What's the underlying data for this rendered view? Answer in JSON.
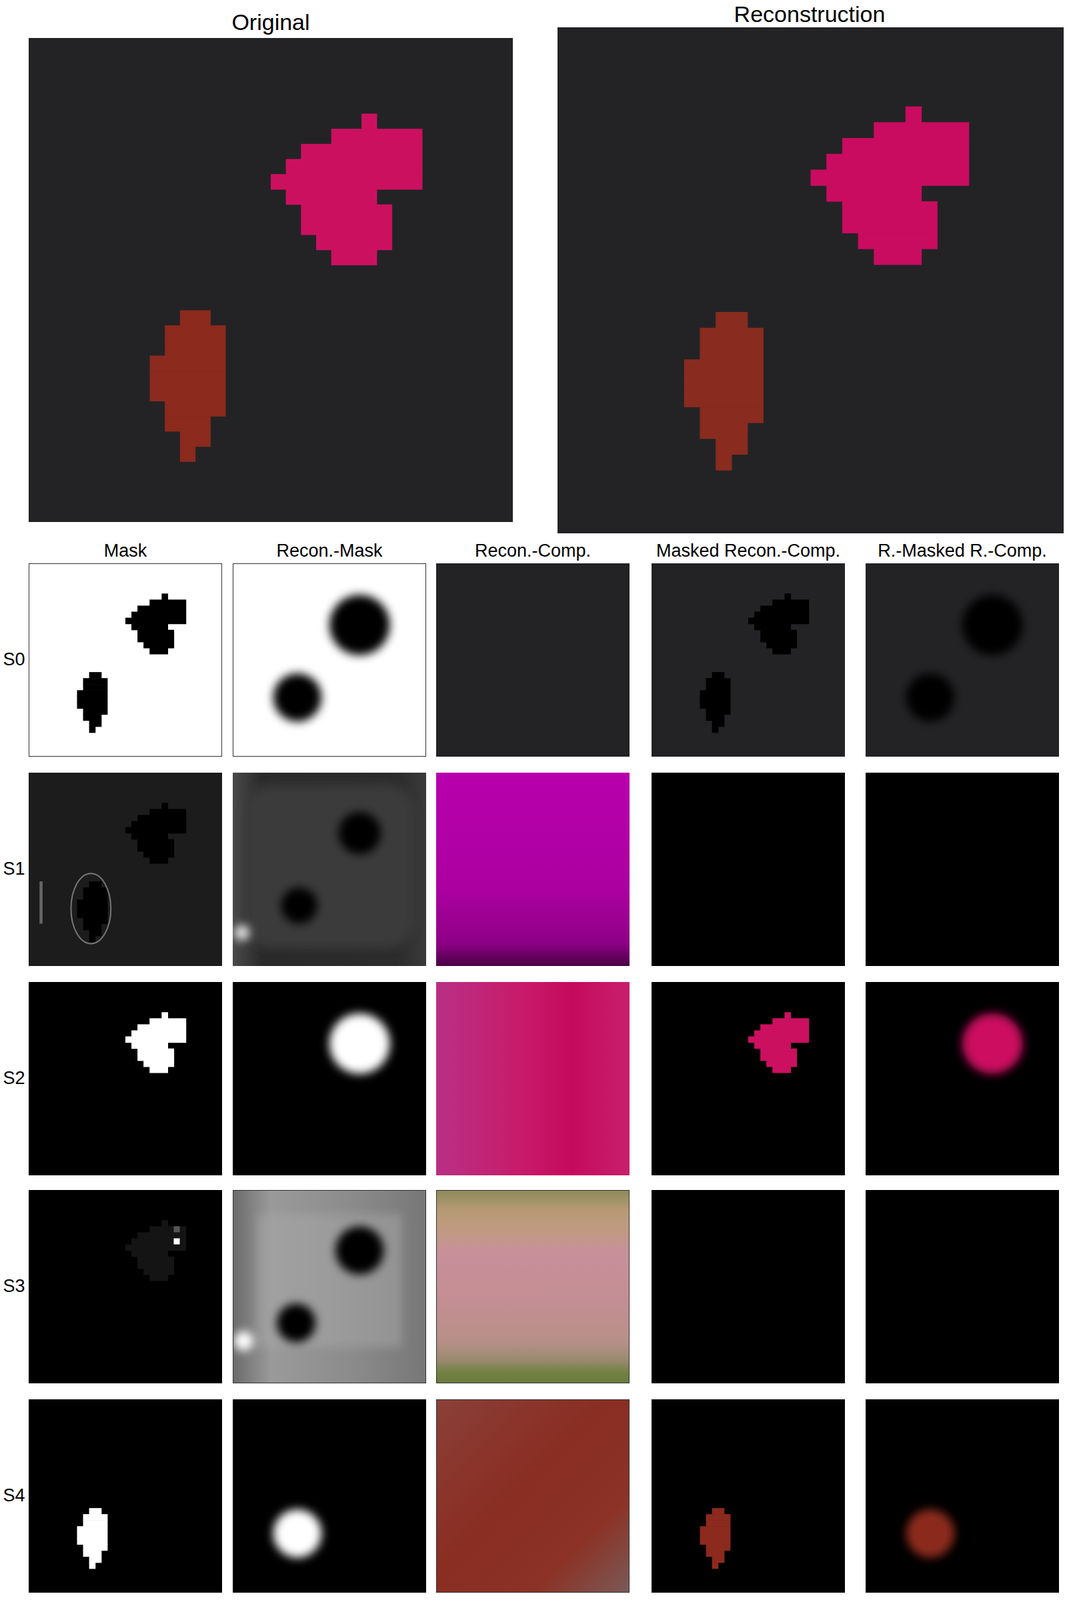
{
  "diagram": {
    "labels": [
      "Original",
      "Reconstruction",
      "Mask",
      "Recon.-Mask",
      "Recon.-Comp.",
      "Masked Recon.-Comp.",
      "R.-Masked R.-Comp.",
      "S0",
      "S1",
      "S2",
      "S3",
      "S4"
    ]
  }
}
